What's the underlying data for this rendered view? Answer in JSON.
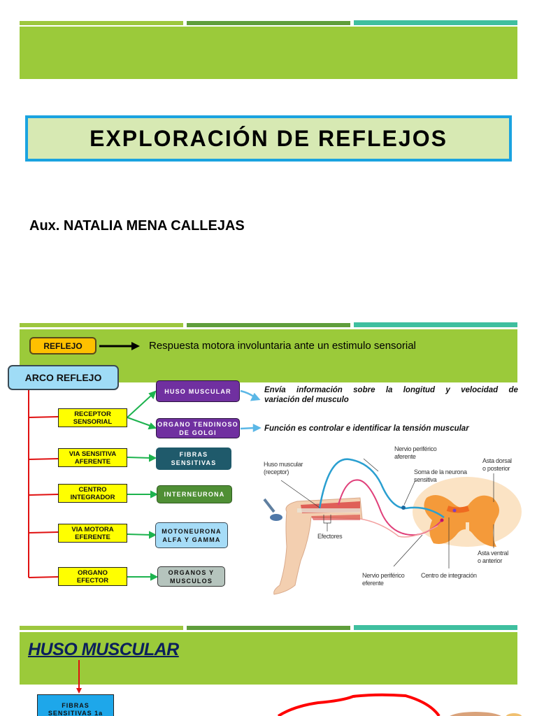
{
  "colors": {
    "accent_green": "#9bca3a",
    "bar_light_green": "#9dc73e",
    "bar_dark_green": "#5f9e3b",
    "bar_teal": "#3fbf9f",
    "title_border": "#1aa3e0",
    "title_fill": "#d7e9b3"
  },
  "slide1": {
    "title": "EXPLORACIÓN DE REFLEJOS",
    "author": "Aux. NATALIA MENA CALLEJAS"
  },
  "slide2": {
    "reflejo_label": "REFLEJO",
    "reflejo_definition": "Respuesta motora involuntaria ante un estimulo sensorial",
    "arco_label": "ARCO REFLEJO",
    "components": [
      {
        "label_line1": "RECEPTOR",
        "label_line2": "SENSORIAL"
      },
      {
        "label_line1": "VIA SENSITIVA",
        "label_line2": "AFERENTE",
        "target_line1": "FIBRAS",
        "target_line2": "SENSITIVAS"
      },
      {
        "label_line1": "CENTRO",
        "label_line2": "INTEGRADOR",
        "target_line1": "INTERNEURONA",
        "target_line2": ""
      },
      {
        "label_line1": "VIA MOTORA",
        "label_line2": "EFERENTE",
        "target_line1": "MOTONEURONA",
        "target_line2": "ALFA Y GAMMA"
      },
      {
        "label_line1": "ORGANO",
        "label_line2": "EFECTOR",
        "target_line1": "ORGANOS Y",
        "target_line2": "MUSCULOS"
      }
    ],
    "receptors": [
      {
        "line1": "HUSO MUSCULAR",
        "line2": "",
        "desc_line1_words": [
          "Envía",
          "información",
          "sobre",
          "la",
          "longitud",
          "y",
          "velocidad",
          "de"
        ],
        "desc_line2": "variación del musculo"
      },
      {
        "line1": "ORGANO TENDINOSO",
        "line2": "DE GOLGI",
        "desc": "Función es controlar e identificar la tensión muscular"
      }
    ],
    "diagram_labels": {
      "huso": "Huso muscular",
      "receptor": "(receptor)",
      "nervio_aferente_1": "Nervio periférico",
      "nervio_aferente_2": "aferente",
      "soma_1": "Soma de la neurona",
      "soma_2": "sensitiva",
      "asta_dorsal_1": "Asta dorsal",
      "asta_dorsal_2": "o posterior",
      "efectores": "Efectores",
      "asta_ventral_1": "Asta ventral",
      "asta_ventral_2": "o anterior",
      "nervio_eferente_1": "Nervio periférico",
      "nervio_eferente_2": "eferente",
      "centro": "Centro de integración"
    }
  },
  "slide3": {
    "title": "HUSO MUSCULAR",
    "fibras_line1": "FIBRAS",
    "fibras_line2": "SENSITIVAS 1a"
  }
}
